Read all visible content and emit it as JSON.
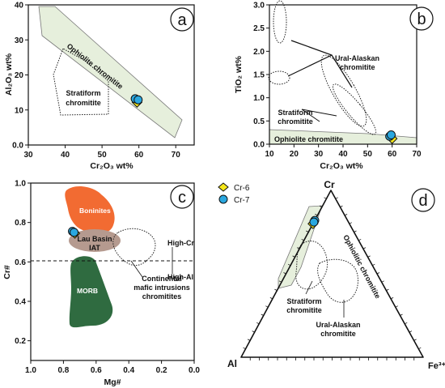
{
  "colors": {
    "cr6": "#f6e71a",
    "cr7": "#2aa7df",
    "ophiolite_field": "#e6efdc",
    "boninites": "#f26b32",
    "lau_basin": "#b59a8f",
    "morb": "#2f6b40"
  },
  "legend": {
    "items": [
      {
        "label": "Cr-6",
        "marker": "diamond"
      },
      {
        "label": "Cr-7",
        "marker": "circle"
      }
    ]
  },
  "chart_data": [
    {
      "panel": "a",
      "type": "scatter",
      "xlabel": "Cr₂O₃ wt%",
      "ylabel": "Al₂O₃ wt%",
      "xlim": [
        30,
        75
      ],
      "ylim": [
        0,
        40
      ],
      "x_ticks": [
        "30",
        "40",
        "50",
        "60",
        "70"
      ],
      "y_ticks": [
        "0.0",
        "10",
        "20",
        "30",
        "40"
      ],
      "series": [
        {
          "name": "Cr-6",
          "points": [
            [
              59.5,
              12.2
            ]
          ]
        },
        {
          "name": "Cr-7",
          "points": [
            [
              59.0,
              13.2
            ],
            [
              59.8,
              12.9
            ]
          ]
        }
      ],
      "annotations": [
        "Ophiolite chromitite",
        "Stratiform\nchromitite"
      ]
    },
    {
      "panel": "b",
      "type": "scatter",
      "xlabel": "Cr₂O₃ wt%",
      "ylabel": "TiO₂ wt%",
      "xlim": [
        10,
        70
      ],
      "ylim": [
        0,
        3.0
      ],
      "x_ticks": [
        "10",
        "20",
        "30",
        "40",
        "50",
        "60",
        "70"
      ],
      "y_ticks": [
        "0.0",
        "0.5",
        "1.0",
        "1.5",
        "2.0",
        "2.5",
        "3.0"
      ],
      "series": [
        {
          "name": "Cr-6",
          "points": [
            [
              60.0,
              0.12
            ]
          ]
        },
        {
          "name": "Cr-7",
          "points": [
            [
              59.0,
              0.17
            ],
            [
              59.6,
              0.2
            ]
          ]
        }
      ],
      "annotations": [
        "Ural-Alaskan\nchromitite",
        "Stratiform\nchromitite",
        "Ophiolite chromitite"
      ]
    },
    {
      "panel": "c",
      "type": "scatter",
      "xlabel": "Mg#",
      "ylabel": "Cr#",
      "xlim": [
        1.0,
        0.0
      ],
      "ylim": [
        0.1,
        1.0
      ],
      "x_ticks": [
        "1.0",
        "0.8",
        "0.6",
        "0.4",
        "0.2",
        "0.0"
      ],
      "y_ticks": [
        "0.2",
        "0.4",
        "0.6",
        "0.8",
        "1.0"
      ],
      "series": [
        {
          "name": "Cr-6",
          "points": [
            [
              0.73,
              0.745
            ]
          ]
        },
        {
          "name": "Cr-7",
          "points": [
            [
              0.745,
              0.755
            ],
            [
              0.735,
              0.75
            ]
          ]
        }
      ],
      "reference_line": {
        "y": 0.6,
        "style": "dashed"
      },
      "annotations": [
        "Boninites",
        "Lau Basin\nIAT",
        "Continental\nmafic intrusions\nchromitites",
        "High-Cr",
        "High-Al",
        "MORB"
      ]
    },
    {
      "panel": "d",
      "type": "ternary",
      "vertices": [
        "Cr",
        "Al",
        "Fe³⁺"
      ],
      "series": [
        {
          "name": "Cr-6",
          "points": [
            [
              0.8,
              0.2,
              0.0
            ]
          ]
        },
        {
          "name": "Cr-7",
          "points": [
            [
              0.82,
              0.18,
              0.0
            ],
            [
              0.81,
              0.19,
              0.0
            ]
          ]
        }
      ],
      "annotations": [
        "Ophiolitic chromitite",
        "Stratiform\nchromitite",
        "Ural-Alaskan\nchromitite"
      ]
    }
  ]
}
